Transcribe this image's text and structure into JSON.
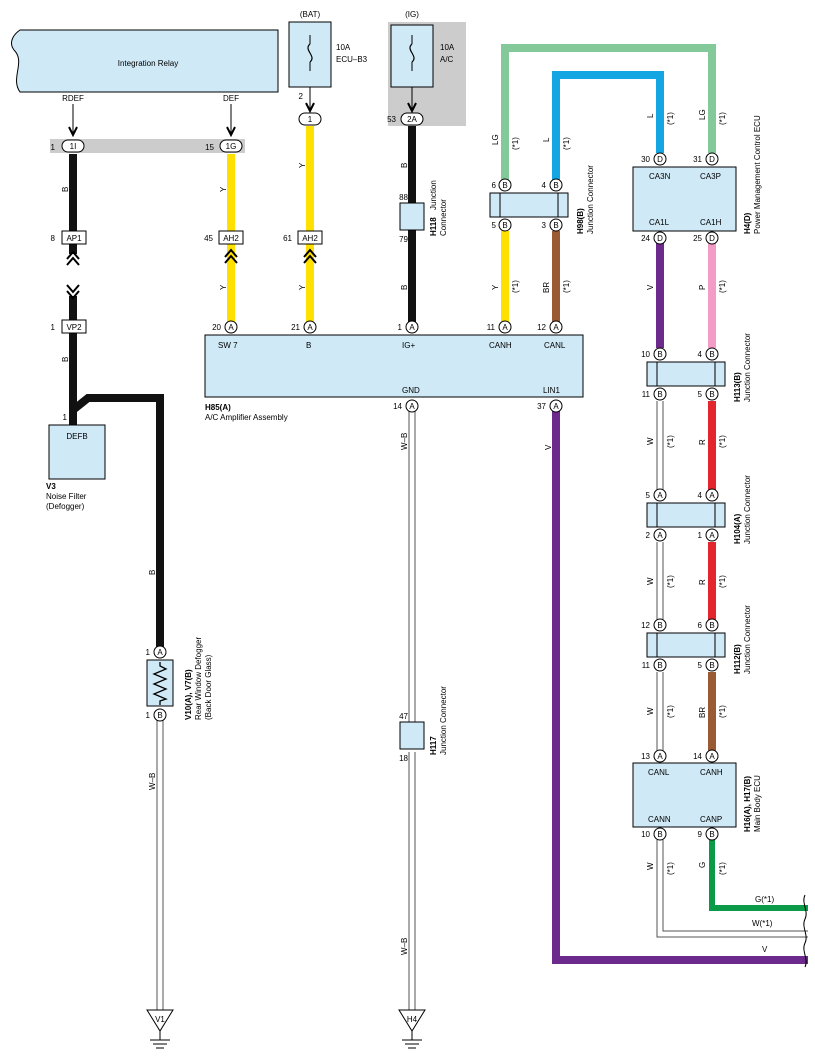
{
  "colors": {
    "box_fill": "#cfe9f6",
    "black": "#111111",
    "yellow": "#ffe000",
    "purple": "#6b2a8c",
    "pink": "#f29cc6",
    "red": "#e3262b",
    "brown": "#9a5a34",
    "green": "#0a9a48",
    "light_green": "#84c99a",
    "light_blue": "#13a6e3",
    "white_wire": "#ffffff",
    "ig_bg": "#cccccc"
  },
  "components": {
    "integration_relay": {
      "name": "Integration Relay",
      "pin_rdef": "RDEF",
      "pin_def": "DEF"
    },
    "fuse_bat": {
      "source": "(BAT)",
      "rating": "10A",
      "name": "ECU–B3"
    },
    "fuse_ig": {
      "source": "(IG)",
      "rating": "10A",
      "name": "A/C"
    },
    "noise_filter": {
      "code": "V3",
      "name": "Noise Filter",
      "name2": "(Defogger)",
      "pin": "DEFB"
    },
    "amplifier": {
      "code": "H85(A)",
      "name": "A/C Amplifier Assembly",
      "pins": [
        "SW 7",
        "B",
        "IG+",
        "CANH",
        "CANL",
        "GND",
        "LIN1"
      ]
    },
    "pmc_ecu": {
      "code": "H4(D)",
      "name": "Power Management Control ECU",
      "pins": [
        "CA3N",
        "CA3P",
        "CA1L",
        "CA1H"
      ]
    },
    "main_body_ecu": {
      "code": "H16(A), H17(B)",
      "name": "Main Body ECU",
      "pins": [
        "CANL",
        "CANH",
        "CANN",
        "CANP"
      ]
    },
    "defogger": {
      "code": "V10(A), V7(B)",
      "name": "Rear Window Defogger",
      "name2": "(Back Door Glass)"
    },
    "h118": {
      "code": "H118",
      "name": "Junction",
      "name2": "Connector"
    },
    "h98": {
      "code": "H98(B)",
      "name": "Junction Connector"
    },
    "h113": {
      "code": "H113(B)",
      "name": "Junction Connector"
    },
    "h104": {
      "code": "H104(A)",
      "name": "Junction Connector"
    },
    "h112": {
      "code": "H112(B)",
      "name": "Junction Connector"
    },
    "h117": {
      "code": "H117",
      "name": "Junction Connector"
    }
  },
  "connectors": {
    "c1I": "1I",
    "c1G": "1G",
    "ap1": "AP1",
    "vp2": "VP2",
    "ah2a": "AH2",
    "ah2b": "AH2",
    "c1": "1",
    "c2A": "2A",
    "A": "A",
    "B": "B",
    "D": "D"
  },
  "pins": {
    "p1": "1",
    "p2": "2",
    "p3": "3",
    "p4": "4",
    "p5": "5",
    "p6": "6",
    "p8": "8",
    "p9": "9",
    "p10": "10",
    "p11": "11",
    "p12": "12",
    "p13": "13",
    "p14": "14",
    "p15": "15",
    "p18": "18",
    "p20": "20",
    "p21": "21",
    "p24": "24",
    "p25": "25",
    "p30": "30",
    "p31": "31",
    "p37": "37",
    "p45": "45",
    "p47": "47",
    "p53": "53",
    "p61": "61",
    "p79": "79",
    "p88": "88"
  },
  "wires": {
    "B": "B",
    "Y": "Y",
    "V": "V",
    "P": "P",
    "R": "R",
    "W": "W",
    "BR": "BR",
    "G": "G",
    "L": "L",
    "LG": "LG",
    "WB": "W–B",
    "note": "(*1)"
  },
  "right_edge": {
    "g": "G(*1)",
    "w": "W(*1)",
    "v": "V"
  },
  "grounds": {
    "v1": "V1",
    "h4": "H4"
  }
}
